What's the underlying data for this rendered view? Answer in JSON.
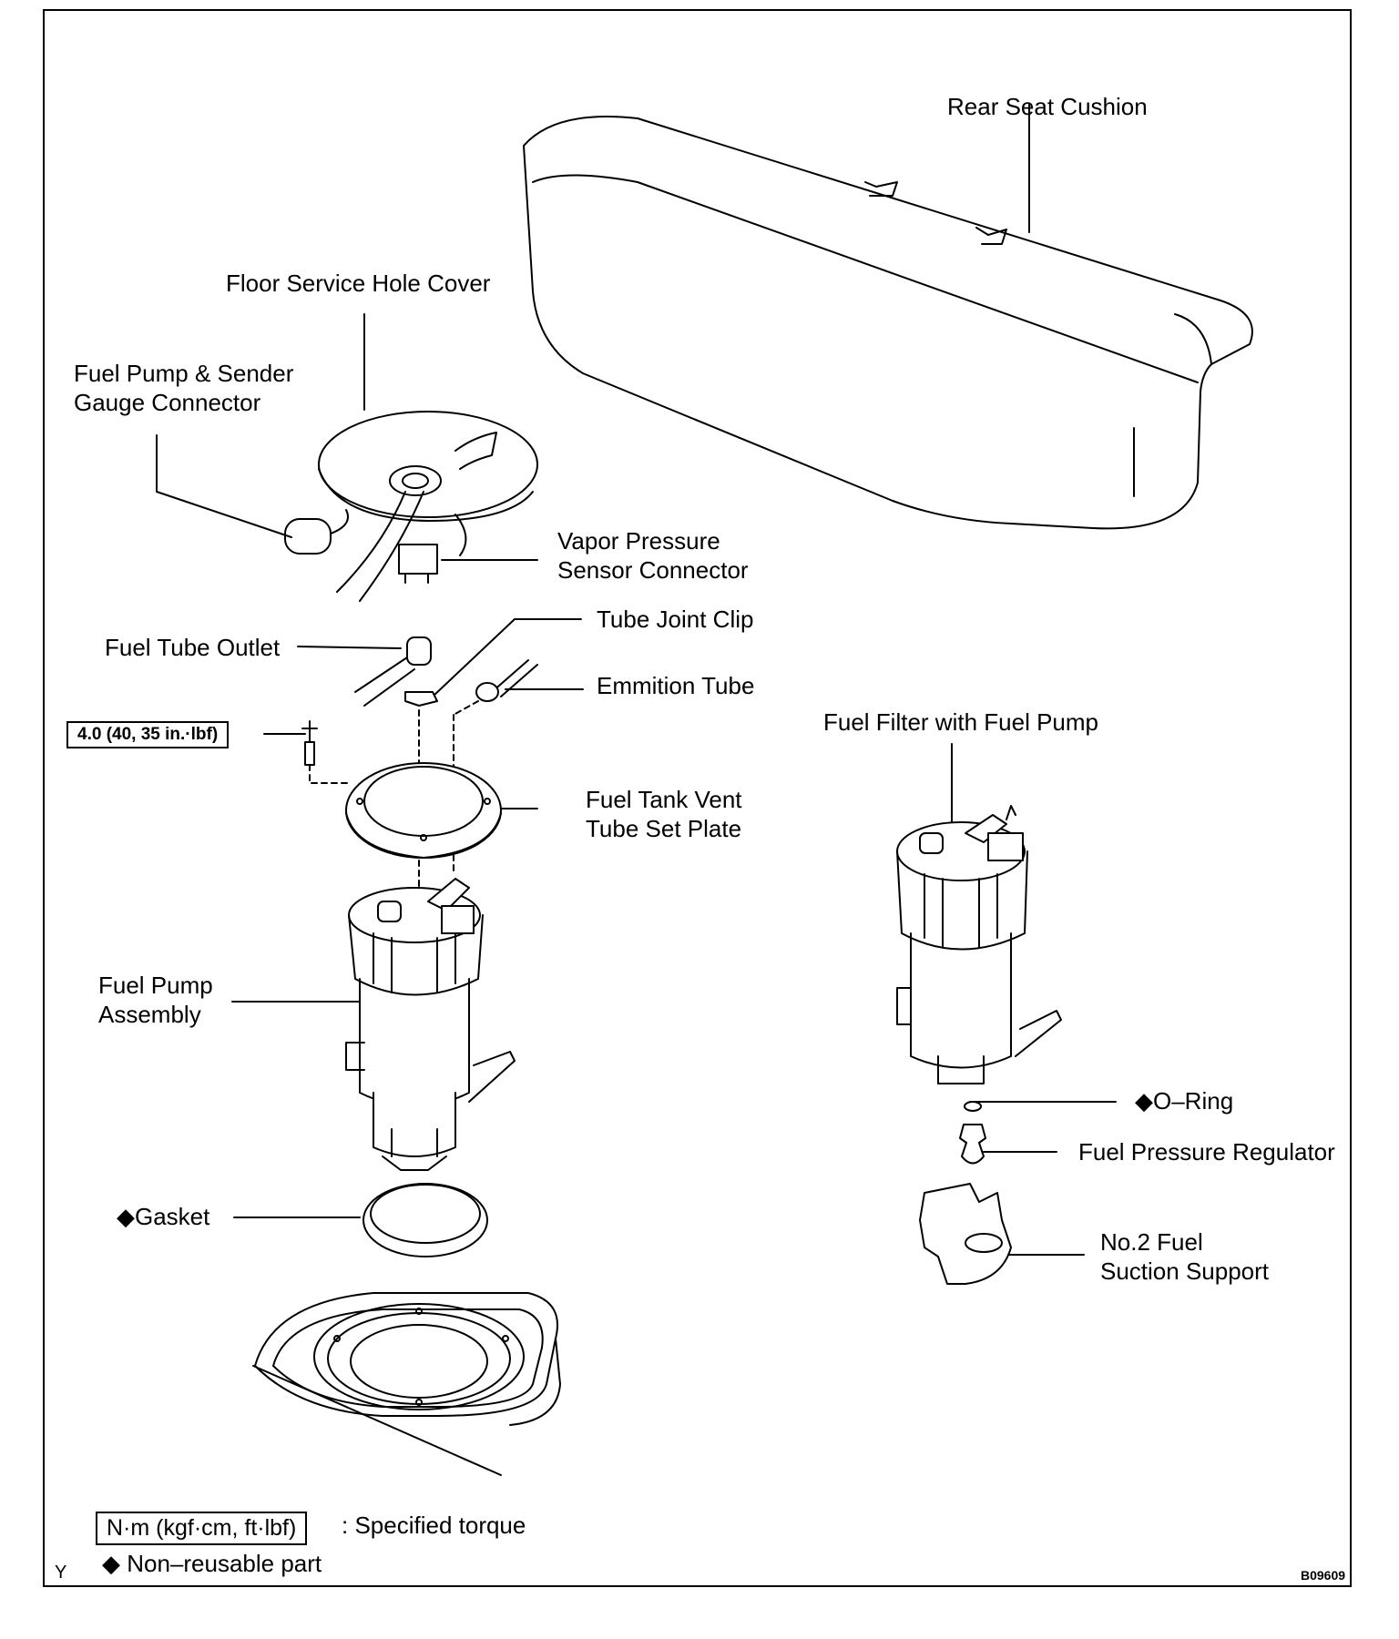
{
  "labels": {
    "rear_seat_cushion": "Rear Seat Cushion",
    "floor_service_hole_cover": "Floor Service Hole Cover",
    "fuel_pump_sender_connector_1": "Fuel Pump & Sender",
    "fuel_pump_sender_connector_2": "Gauge Connector",
    "vapor_pressure_1": "Vapor Pressure",
    "vapor_pressure_2": "Sensor Connector",
    "tube_joint_clip": "Tube Joint Clip",
    "fuel_tube_outlet": "Fuel Tube Outlet",
    "emmition_tube": "Emmition Tube",
    "torque_value": "4.0 (40, 35 in.·lbf)",
    "vent_plate_1": "Fuel Tank Vent",
    "vent_plate_2": "Tube Set Plate",
    "fuel_filter_with_pump": "Fuel Filter with Fuel Pump",
    "fuel_pump_assembly_1": "Fuel Pump",
    "fuel_pump_assembly_2": "Assembly",
    "o_ring": "◆O–Ring",
    "fuel_pressure_regulator": "Fuel Pressure Regulator",
    "gasket": "◆Gasket",
    "suction_support_1": "No.2 Fuel",
    "suction_support_2": "Suction Support"
  },
  "legend": {
    "torque_unit": "N·m (kgf·cm, ft·lbf)",
    "torque_desc": ": Specified torque",
    "non_reusable": "◆ Non–reusable part"
  },
  "corner": {
    "left_mark": "Y",
    "figure_code": "B09609"
  }
}
